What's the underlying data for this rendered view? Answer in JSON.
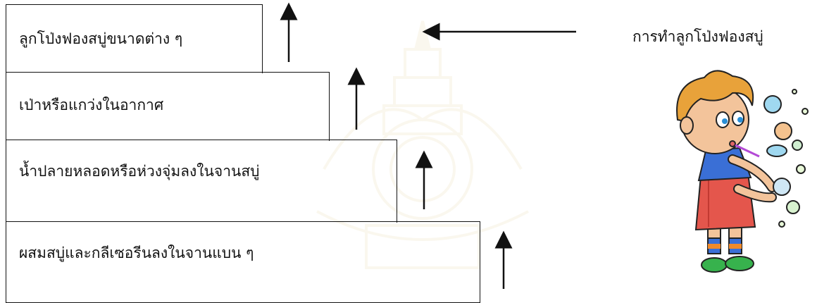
{
  "steps": [
    {
      "label": "ผสมสบู่และกลีเซอรีนลงในจานแบน ๆ"
    },
    {
      "label": "น้ำปลายหลอดหรือห่วงจุ่มลงในจานสบู่"
    },
    {
      "label": "เป่าหรือแกว่งในอากาศ"
    },
    {
      "label": "ลูกโป่งฟองสบู่ขนาดต่าง ๆ"
    }
  ],
  "caption": "การทำลูกโป่งฟองสบู่",
  "colors": {
    "line": "#111111",
    "shirt": "#e2554b",
    "overalls": "#e4564c",
    "hair": "#e8a23a",
    "bubble": "#7fc6e6"
  },
  "icons": [
    "up-arrow-icon",
    "left-arrow-icon",
    "boy-blowing-bubbles-illustration",
    "university-seal-watermark"
  ]
}
